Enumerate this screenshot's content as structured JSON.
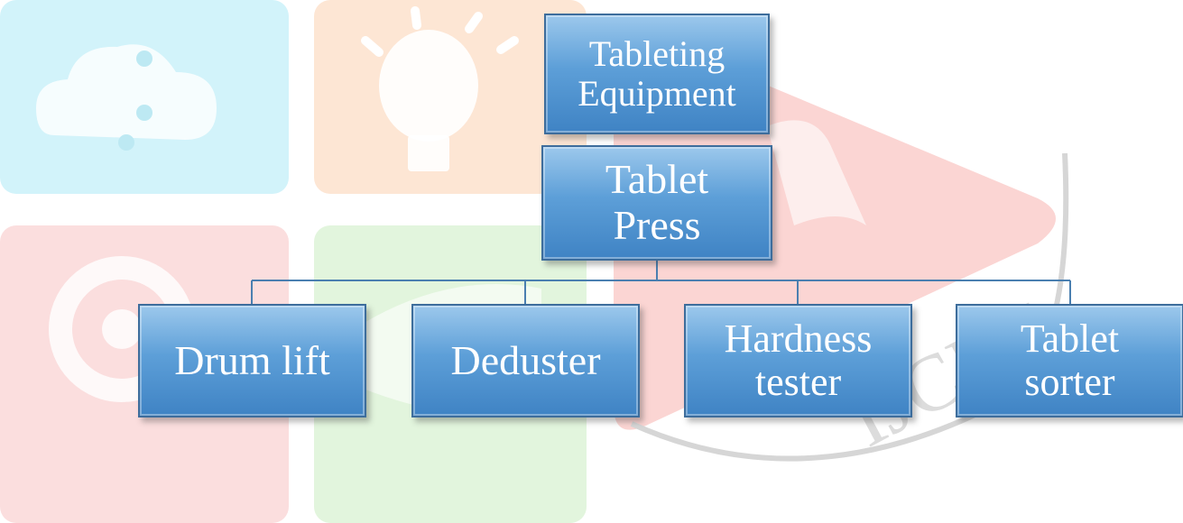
{
  "diagram": {
    "root": {
      "label": "Tableting\nEquipment"
    },
    "parent": {
      "label": "Tablet\nPress"
    },
    "children": [
      {
        "label": "Drum lift"
      },
      {
        "label": "Deduster"
      },
      {
        "label": "Hardness\ntester"
      },
      {
        "label": "Tablet\nsorter"
      }
    ]
  },
  "watermark": {
    "text": "IJCRT",
    "colors": {
      "cloud": "#d2f3fa",
      "bulb": "#fde6d4",
      "gear": "#fbdede",
      "check": "#e2f5dd",
      "play": "#fbd5d3"
    }
  },
  "colors": {
    "box_top": "#9cc8ec",
    "box_bottom": "#3f83c4",
    "box_border": "#3d6d9c",
    "connector": "#4a7fb0"
  }
}
